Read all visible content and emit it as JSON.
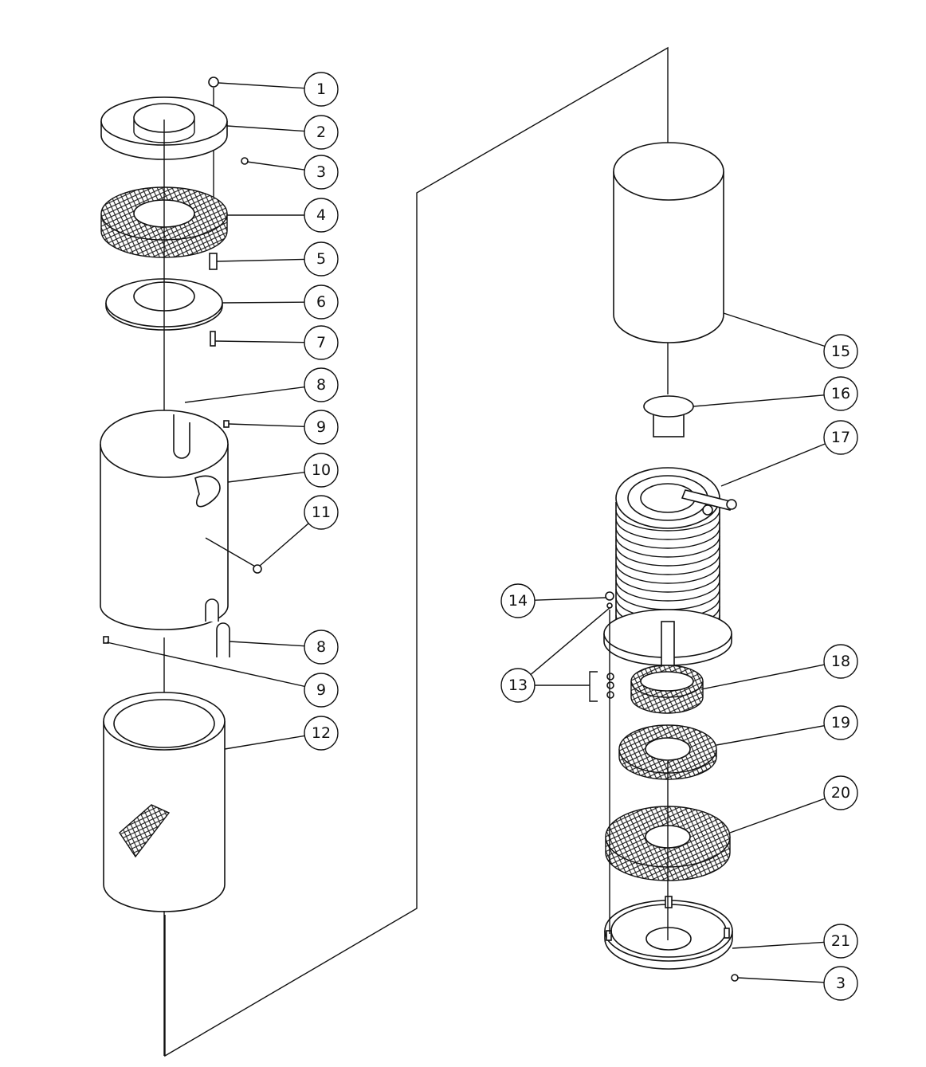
{
  "diagram": {
    "type": "exploded-parts-view",
    "callouts": [
      "1",
      "2",
      "3",
      "4",
      "5",
      "6",
      "7",
      "8",
      "9",
      "10",
      "11",
      "8",
      "9",
      "12",
      "15",
      "16",
      "17",
      "14",
      "13",
      "18",
      "19",
      "20",
      "21",
      "3"
    ]
  }
}
